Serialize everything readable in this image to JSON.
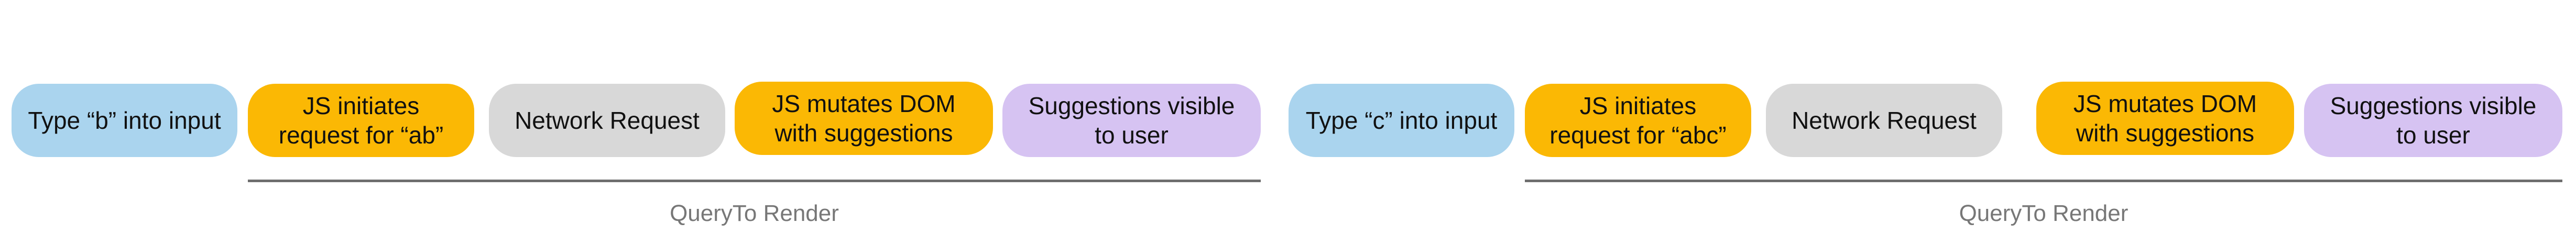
{
  "colors": {
    "blue": "#aad4ee",
    "orange": "#fbb804",
    "gray": "#d8d8d8",
    "purple": "#d6c3f2",
    "line": "#6e6e6e",
    "label": "#777777"
  },
  "groups": [
    {
      "steps": [
        {
          "label": "Type “b” into input",
          "color": "blue"
        },
        {
          "label": "JS initiates\nrequest for “ab”",
          "color": "orange"
        },
        {
          "label": "Network Request",
          "color": "gray"
        },
        {
          "label": "JS mutates DOM\nwith suggestions",
          "color": "orange"
        },
        {
          "label": "Suggestions visible\nto user",
          "color": "purple"
        }
      ],
      "timeline_label": "QueryTo Render"
    },
    {
      "steps": [
        {
          "label": "Type “c” into input",
          "color": "blue"
        },
        {
          "label": "JS initiates\nrequest for “abc”",
          "color": "orange"
        },
        {
          "label": "Network Request",
          "color": "gray"
        },
        {
          "label": "JS mutates DOM\nwith suggestions",
          "color": "orange"
        },
        {
          "label": "Suggestions visible\nto user",
          "color": "purple"
        }
      ],
      "timeline_label": "QueryTo Render"
    }
  ]
}
